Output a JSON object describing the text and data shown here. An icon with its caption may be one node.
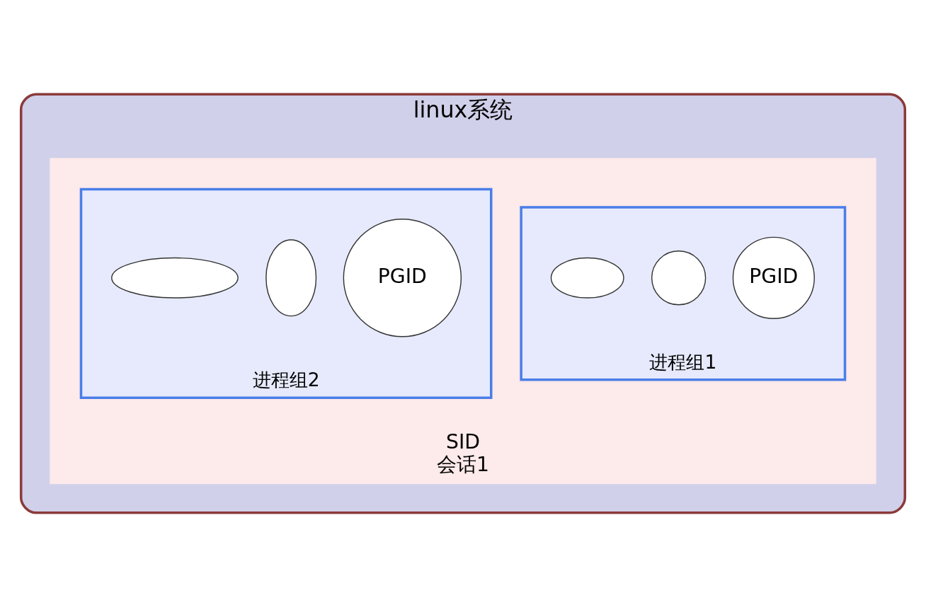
{
  "diagram": {
    "nodes": [
      {
        "text": [
          "linux系统"
        ]
      },
      {
        "text": [
          "SID",
          "会话1"
        ],
        "in": 0
      },
      {
        "text": [
          "进程组1"
        ],
        "in": 1
      },
      {
        "text": [
          "PGID"
        ],
        "in": 2
      },
      {
        "text": [],
        "shape": "circle",
        "in": 2
      },
      {
        "text": [],
        "shape": "ellipse",
        "in": 2
      },
      {
        "text": [
          "进程组2"
        ],
        "in": 1
      },
      {
        "text": [
          "PGID"
        ],
        "in": 6
      },
      {
        "text": [],
        "shape": "ellipse",
        "in": 6
      },
      {
        "text": [],
        "shape": "ellipse",
        "in": 6
      }
    ],
    "edges": []
  }
}
